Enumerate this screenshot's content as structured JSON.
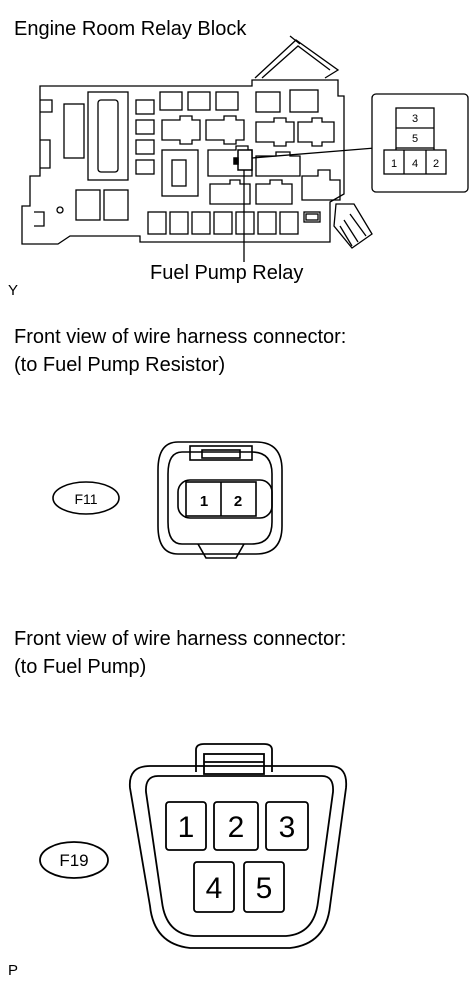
{
  "relay_block": {
    "title": "Engine Room Relay Block",
    "relay_label": "Fuel Pump Relay",
    "corner_code": "Y",
    "relay_pins": [
      "3",
      "5",
      "1",
      "4",
      "2"
    ]
  },
  "connector_f11": {
    "heading_line1": "Front view of wire harness connector:",
    "heading_line2": "(to Fuel Pump Resistor)",
    "code": "F11",
    "pins": [
      "1",
      "2"
    ]
  },
  "connector_f19": {
    "heading_line1": "Front view of wire harness connector:",
    "heading_line2": "(to Fuel Pump)",
    "code": "F19",
    "pins": [
      "1",
      "2",
      "3",
      "4",
      "5"
    ]
  },
  "corner_code_bottom": "P"
}
